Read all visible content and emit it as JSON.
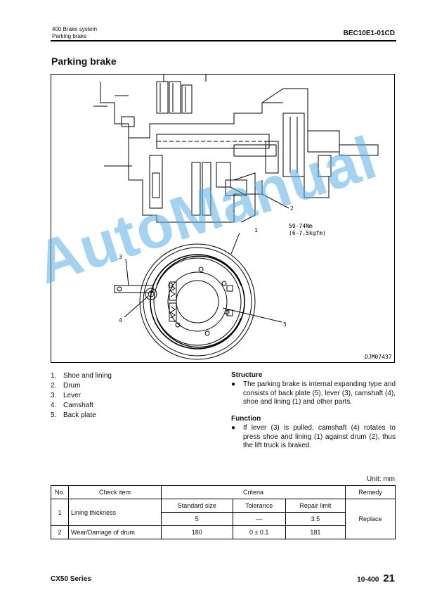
{
  "header": {
    "section": "400 Brake system",
    "subsection": "Parking brake",
    "doc_code": "BEC10E1-01CD"
  },
  "title": "Parking brake",
  "figure": {
    "callouts": [
      "1",
      "2",
      "3",
      "4",
      "5"
    ],
    "torque_line1": "59-74Nm",
    "torque_line2": "(6-7.5kgfm)",
    "figure_code": "DJM07437",
    "watermark": "AutoManual"
  },
  "parts": [
    {
      "num": "1.",
      "label": "Shoe and lining"
    },
    {
      "num": "2.",
      "label": "Drum"
    },
    {
      "num": "3.",
      "label": "Lever"
    },
    {
      "num": "4.",
      "label": "Camshaft"
    },
    {
      "num": "5.",
      "label": "Back plate"
    }
  ],
  "structure": {
    "title": "Structure",
    "bullet": "●",
    "text": "The parking brake is internal expanding type and consists of back plate (5), lever (3), camshaft (4), shoe and lining (1) and other parts."
  },
  "function": {
    "title": "Function",
    "bullet": "●",
    "text": "If lever (3) is pulled, camshaft (4) rotates to press shoe and lining (1) against drum (2), thus the lift truck is braked."
  },
  "table": {
    "unit": "Unit: mm",
    "headers": {
      "no": "No.",
      "check_item": "Check item",
      "criteria": "Criteria",
      "remedy": "Remedy"
    },
    "sub_headers": [
      "Standard size",
      "Tolerance",
      "Repair limit"
    ],
    "rows": [
      {
        "no": "1",
        "item": "Lining thickness",
        "standard": "5",
        "tolerance": "—",
        "limit": "3.5",
        "remedy": "Replace"
      },
      {
        "no": "2",
        "item": "Wear/Damage of drum",
        "standard": "180",
        "tolerance": "0 ± 0.1",
        "limit": "181"
      }
    ]
  },
  "footer": {
    "series": "CX50 Series",
    "code": "10-400",
    "page": "21"
  }
}
